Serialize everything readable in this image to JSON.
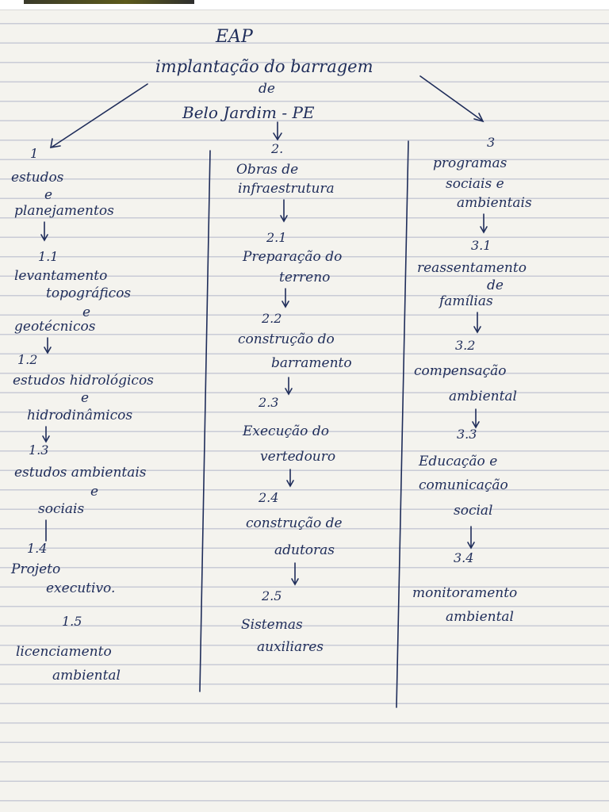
{
  "header": {
    "title": "EAP",
    "line1": "implantação do barragem",
    "line2": "de",
    "line3": "Belo Jardim - PE"
  },
  "columns": [
    {
      "number": "1",
      "label_lines": [
        "estudos",
        "e",
        "planejamentos"
      ],
      "items": [
        {
          "number": "1.1",
          "label_lines": [
            "levantamento",
            "topográficos",
            "e",
            "geotécnicos"
          ]
        },
        {
          "number": "1.2",
          "label_lines": [
            "estudos hidrológicos",
            "e",
            "hidrodinâmicos"
          ]
        },
        {
          "number": "1.3",
          "label_lines": [
            "estudos ambientais",
            "e",
            "sociais"
          ]
        },
        {
          "number": "1.4",
          "label_lines": [
            "Projeto",
            "executivo."
          ]
        },
        {
          "number": "1.5",
          "label_lines": [
            "licenciamento",
            "ambiental"
          ]
        }
      ]
    },
    {
      "number": "2.",
      "label_lines": [
        "Obras de",
        "infraestrutura"
      ],
      "items": [
        {
          "number": "2.1",
          "label_lines": [
            "Preparação do",
            "terreno"
          ]
        },
        {
          "number": "2.2",
          "label_lines": [
            "construção do",
            "barramento"
          ]
        },
        {
          "number": "2.3",
          "label_lines": [
            "Execução do",
            "vertedouro"
          ]
        },
        {
          "number": "2.4",
          "label_lines": [
            "construção de",
            "adutoras"
          ]
        },
        {
          "number": "2.5",
          "label_lines": [
            "Sistemas",
            "auxiliares"
          ]
        }
      ]
    },
    {
      "number": "3",
      "label_lines": [
        "programas",
        "sociais e",
        "ambientais"
      ],
      "items": [
        {
          "number": "3.1",
          "label_lines": [
            "reassentamento",
            "de",
            "famílias"
          ]
        },
        {
          "number": "3.2",
          "label_lines": [
            "compensação",
            "ambiental"
          ]
        },
        {
          "number": "3.3",
          "label_lines": [
            "Educação e",
            "comunicação",
            "social"
          ]
        },
        {
          "number": "3.4",
          "label_lines": [
            "monitoramento",
            "ambiental"
          ]
        }
      ]
    }
  ],
  "colors": {
    "ink": "#1f2d5a",
    "paper": "#f4f3ee",
    "rule": "#c9cbd6"
  }
}
